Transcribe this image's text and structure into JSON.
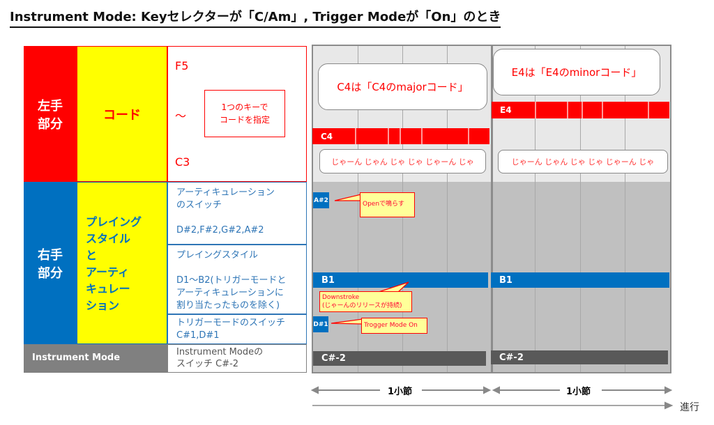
{
  "title": "Instrument Mode: Keyセレクターが「C/Am」, Trigger Modeが「On」のとき",
  "left": {
    "left_hand": "左手\n部分",
    "chord": "コード",
    "range_high": "F5",
    "tilde": "～",
    "range_low": "C3",
    "key_note": "1つのキーで\nコードを指定",
    "right_hand": "右手\n部分",
    "playing": "プレイング\nスタイル\nと\nアーティ\nキュレー\nション",
    "desc_art": "アーティキュレーション\nのスイッチ\n\nD#2,F#2,G#2,A#2",
    "desc_play": "プレイングスタイル\n\nD1～B2(トリガーモードと\nアーティキュレーションに\n割り当たったものを除く)",
    "desc_trig": "トリガーモードのスイッチ\nC#1,D#1",
    "instrument": "Instrument Mode",
    "desc_inst": "Instrument Modeの\nスイッチ C#-2"
  },
  "roll": {
    "bubble1": "C4は「C4のmajorコード」",
    "bubble2": "E4は「E4のminorコード」",
    "c4": "C4",
    "e4": "E4",
    "jaan": "じゃーん じゃん じゃ じゃ じゃーん じゃ",
    "a2": "A#2",
    "open": "Openで鳴らす",
    "b1": "B1",
    "down": "Downstroke\n(じゃーんのリリースが持続)",
    "d1": "D#1",
    "trig": "Trogger Mode On",
    "cs": "C#-2",
    "measure": "1小節",
    "progress": "進行"
  },
  "colors": {
    "red": "#ff0000",
    "yellow": "#ffff00",
    "blue": "#0070c0",
    "gray": "#595959"
  }
}
